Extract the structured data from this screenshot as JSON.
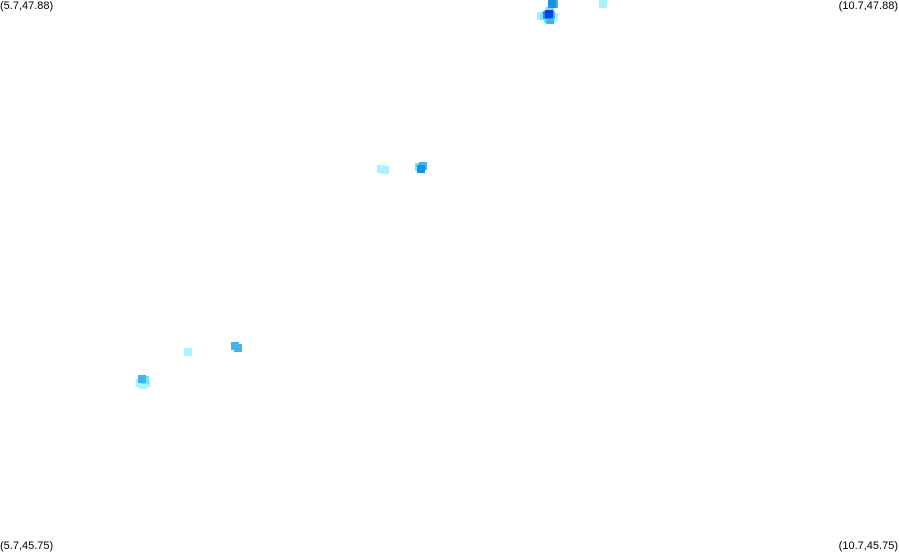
{
  "corners": {
    "top_left": "(5.7,47.88)",
    "top_right": "(10.7,47.88)",
    "bottom_left": "(5.7,45.75)",
    "bottom_right": "(10.7,45.75)"
  },
  "bounds": {
    "lon_min": 5.7,
    "lon_max": 10.7,
    "lat_min": 45.75,
    "lat_max": 47.88
  },
  "colors": {
    "background": "#ffffff",
    "level_1": "#a8f4fb",
    "level_2": "#6ee6f6",
    "level_3": "#3fb6ee",
    "level_4": "#1e8fe8",
    "level_5": "#0a3ee0"
  },
  "cells": [
    {
      "lon": 8.77,
      "lat": 47.88,
      "level": 4
    },
    {
      "lon": 8.782,
      "lat": 47.88,
      "level": 3
    },
    {
      "lon": 9.052,
      "lat": 47.881,
      "level": 1
    },
    {
      "lon": 8.71,
      "lat": 47.818,
      "level": 1
    },
    {
      "lon": 8.728,
      "lat": 47.82,
      "level": 2
    },
    {
      "lon": 8.742,
      "lat": 47.822,
      "level": 4
    },
    {
      "lon": 8.754,
      "lat": 47.826,
      "level": 5
    },
    {
      "lon": 8.766,
      "lat": 47.822,
      "level": 3
    },
    {
      "lon": 8.78,
      "lat": 47.816,
      "level": 1
    },
    {
      "lon": 8.748,
      "lat": 47.808,
      "level": 2
    },
    {
      "lon": 8.76,
      "lat": 47.804,
      "level": 3
    },
    {
      "lon": 8.772,
      "lat": 47.806,
      "level": 1
    },
    {
      "lon": 8.758,
      "lat": 47.838,
      "level": 2
    },
    {
      "lon": 7.82,
      "lat": 47.228,
      "level": 1
    },
    {
      "lon": 7.842,
      "lat": 47.224,
      "level": 1
    },
    {
      "lon": 8.033,
      "lat": 47.235,
      "level": 2
    },
    {
      "lon": 8.05,
      "lat": 47.238,
      "level": 3
    },
    {
      "lon": 8.041,
      "lat": 47.227,
      "level": 4
    },
    {
      "lon": 6.745,
      "lat": 46.522,
      "level": 1
    },
    {
      "lon": 7.008,
      "lat": 46.543,
      "level": 3
    },
    {
      "lon": 7.021,
      "lat": 46.539,
      "level": 3
    },
    {
      "lon": 6.488,
      "lat": 46.417,
      "level": 3
    },
    {
      "lon": 6.506,
      "lat": 46.414,
      "level": 2
    },
    {
      "lon": 6.478,
      "lat": 46.402,
      "level": 1
    },
    {
      "lon": 6.497,
      "lat": 46.396,
      "level": 1
    },
    {
      "lon": 6.514,
      "lat": 46.401,
      "level": 1
    }
  ]
}
